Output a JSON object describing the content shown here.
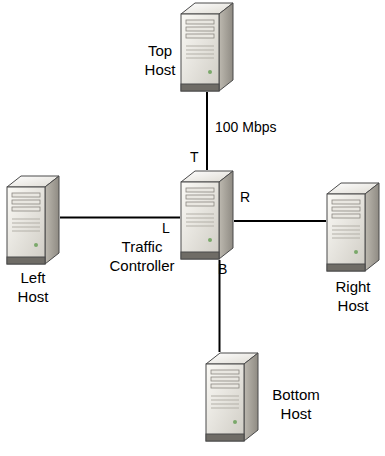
{
  "diagram": {
    "nodes": [
      {
        "text": [
          "Top Host"
        ]
      },
      {
        "text": [
          "Left Host"
        ]
      },
      {
        "text": [
          "Traffic Controller"
        ]
      },
      {
        "text": [
          "Right Host"
        ]
      },
      {
        "text": [
          "Bottom Host"
        ]
      }
    ],
    "edges": [
      {
        "from": 2,
        "to": 0,
        "label": "100 Mbps",
        "arrow": "none"
      },
      {
        "from": 2,
        "to": 1,
        "arrow": "none"
      },
      {
        "from": 2,
        "to": 3,
        "arrow": "none"
      },
      {
        "from": 2,
        "to": 4,
        "arrow": "none"
      }
    ],
    "labels": [
      "T",
      "L",
      "R",
      "B"
    ]
  }
}
